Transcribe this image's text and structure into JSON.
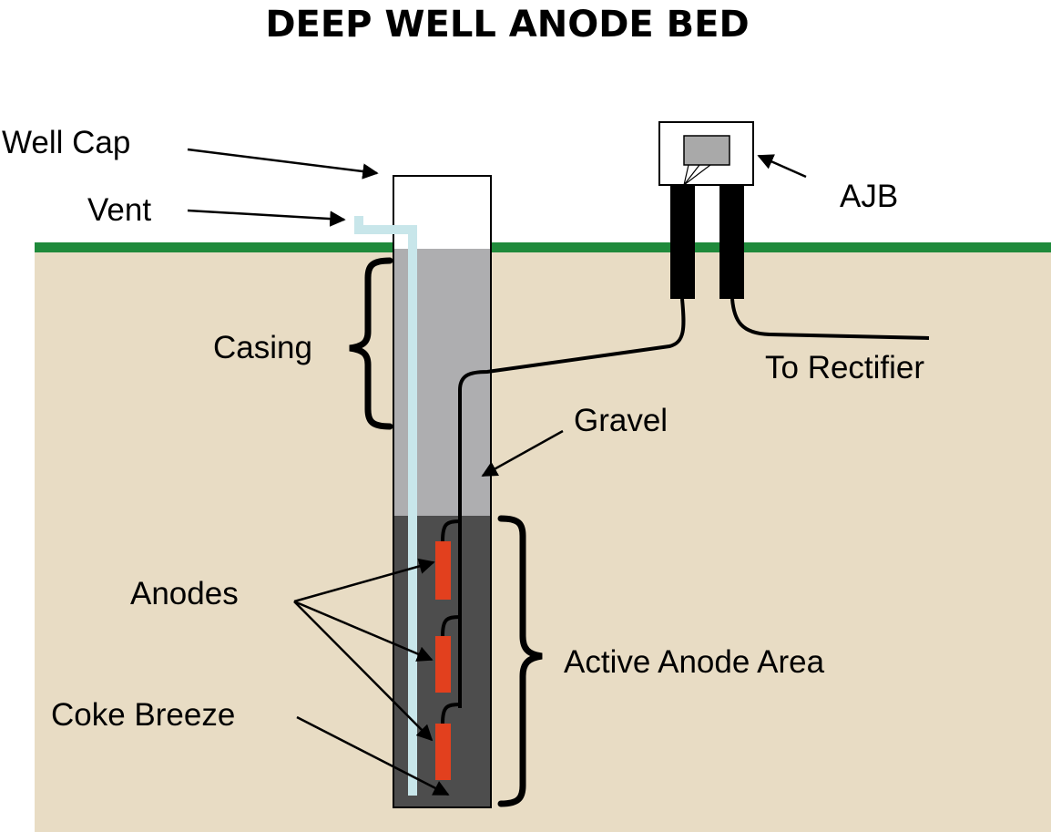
{
  "title": "DEEP WELL ANODE BED",
  "labels": {
    "well_cap": "Well Cap",
    "vent": "Vent",
    "casing": "Casing",
    "gravel": "Gravel",
    "anodes": "Anodes",
    "coke_breeze": "Coke Breeze",
    "active_anode_area": "Active Anode Area",
    "ajb": "AJB",
    "to_rectifier": "To Rectifier"
  },
  "colors": {
    "soil": "#e8dcc4",
    "grass": "#1f8a3b",
    "gravel": "#aeaeb0",
    "coke_breeze": "#4d4d4d",
    "anode": "#e2401e",
    "vent_pipe": "#c8e6ea",
    "ajb_panel": "#a9a9a9"
  }
}
